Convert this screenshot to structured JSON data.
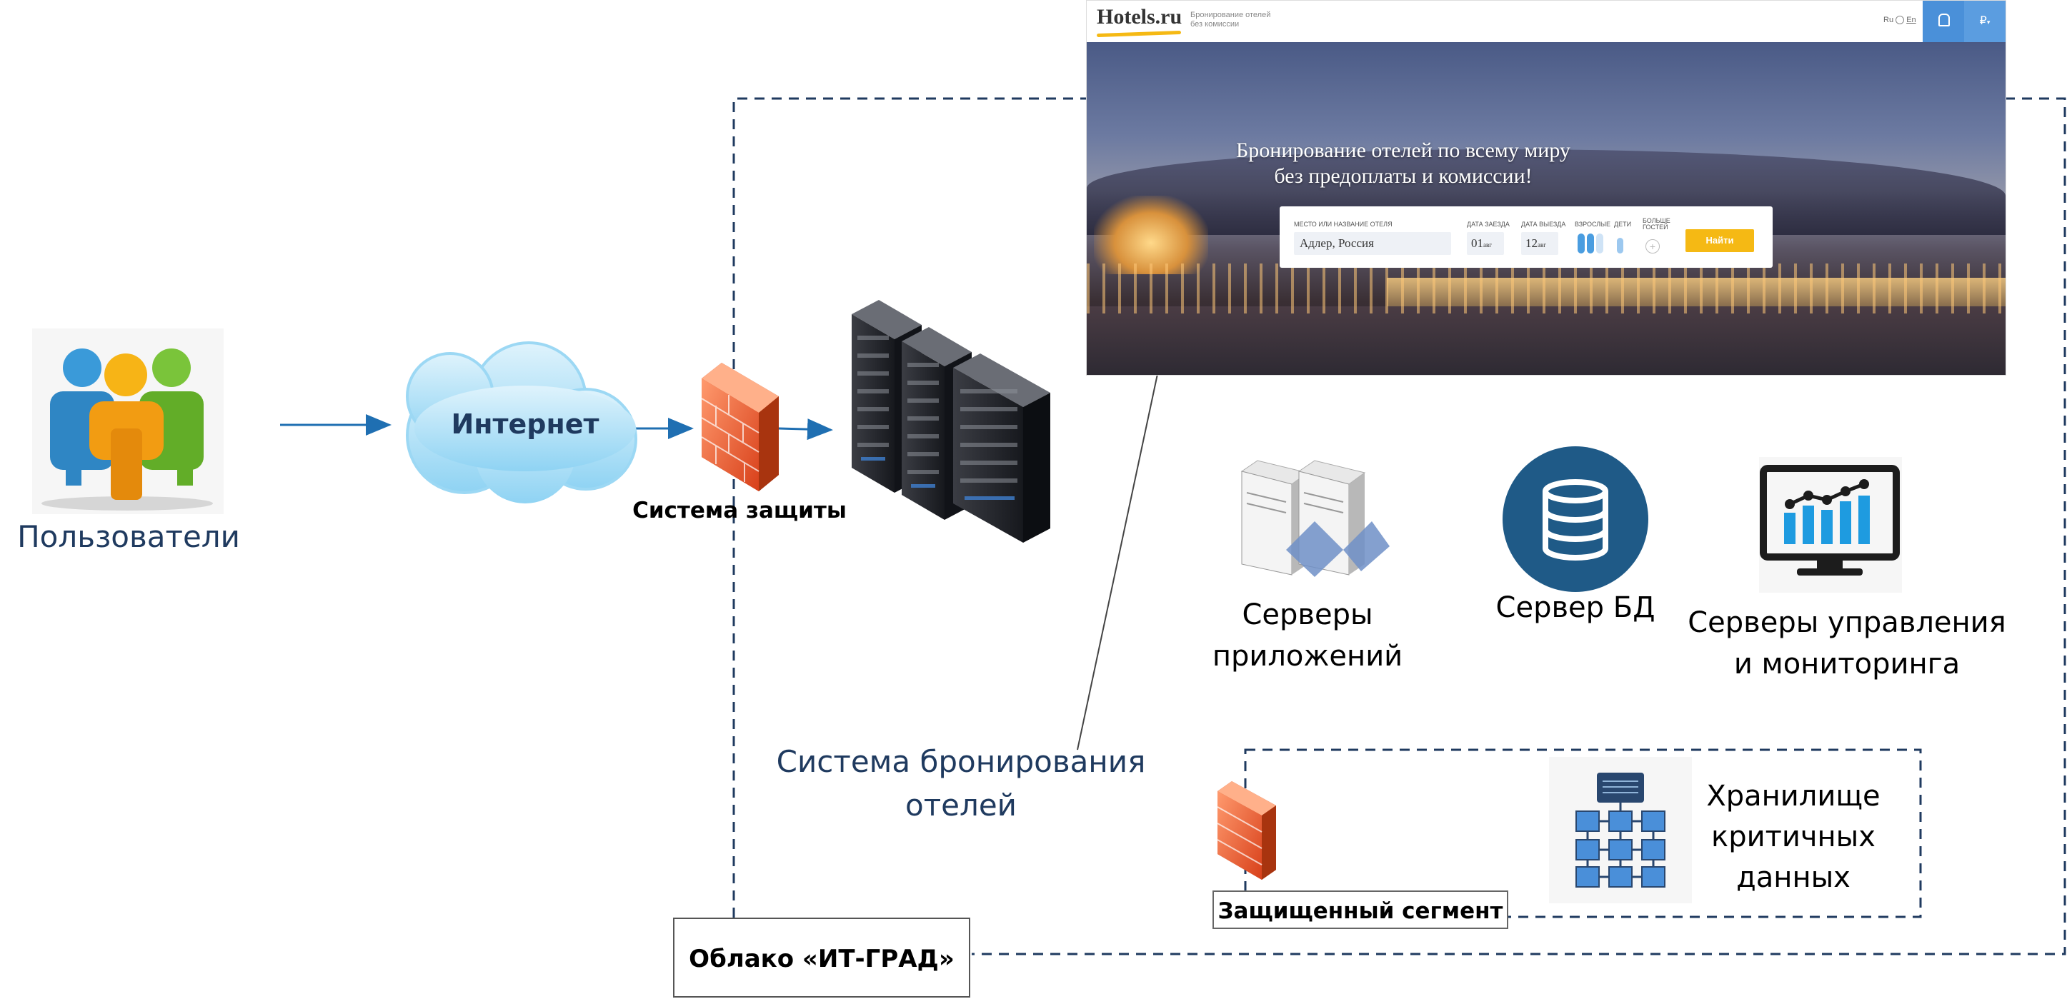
{
  "nodes": {
    "users": "Пользователи",
    "internet": "Интернет",
    "firewall": "Система защиты",
    "app_servers": "Серверы\nприложений",
    "db_server": "Сервер БД",
    "monitoring": "Серверы управления\nи мониторинга",
    "booking_system": "Система бронирования\nотелей",
    "secure_segment": "Защищенный сегмент",
    "critical_storage": "Хранилище\nкритичных\nданных",
    "cloud": "Облако «ИТ-ГРАД»"
  },
  "website": {
    "logo": "Hotels.ru",
    "tagline": "Бронирование отелей\nбез комиссии",
    "lang": "Ru",
    "lang_alt": "En",
    "currency": "₽",
    "hero_title": "Бронирование отелей по всему миру\nбез предоплаты и комиссии!",
    "search": {
      "place_label": "Место или название отеля",
      "place_value": "Адлер, Россия",
      "checkin_label": "Дата заезда",
      "checkin_value": "01",
      "checkin_month": "авг",
      "checkout_label": "Дата выезда",
      "checkout_value": "12",
      "checkout_month": "авг",
      "adults_label": "Взрослые",
      "children_label": "Дети",
      "more_guests_label": "Больше гостей",
      "button": "Найти"
    }
  },
  "colors": {
    "arrow": "#1f6fb2",
    "dashed_border": "#1f3a5f",
    "accent_yellow": "#f5b914",
    "header_blue": "#4a90d9",
    "db_circle": "#1f5a87"
  }
}
